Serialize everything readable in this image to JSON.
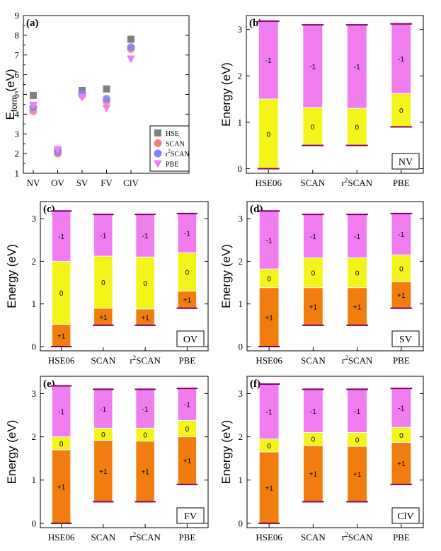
{
  "chart_data": [
    {
      "id": "a",
      "panel_label": "(a)",
      "type": "scatter",
      "ylabel_main": "E",
      "ylabel_sub": "form",
      "ylabel_unit": " (eV)",
      "categories": [
        "NV",
        "OV",
        "SV",
        "FV",
        "ClV"
      ],
      "ylim": [
        1,
        9
      ],
      "yticks": [
        "1",
        "2",
        "3",
        "4",
        "5",
        "6",
        "7",
        "8",
        "9"
      ],
      "legend_placement": "bottom-right",
      "series": [
        {
          "name": "HSE",
          "marker": "square",
          "color": "#808080",
          "values": [
            4.95,
            2.2,
            5.2,
            5.28,
            7.8
          ]
        },
        {
          "name": "SCAN",
          "marker": "circle",
          "color": "#f08080",
          "values": [
            4.15,
            2.0,
            4.95,
            4.65,
            7.3
          ]
        },
        {
          "name": "r2SCAN",
          "name_parts": [
            "r",
            "2",
            "SCAN"
          ],
          "marker": "circle",
          "color": "#8080f0",
          "values": [
            4.35,
            2.1,
            5.05,
            4.78,
            7.4
          ]
        },
        {
          "name": "PBE",
          "marker": "triangle-down",
          "color": "#f080f0",
          "values": [
            4.45,
            2.2,
            4.85,
            4.3,
            6.8
          ]
        }
      ]
    },
    {
      "id": "b",
      "panel_label": "(b)",
      "type": "stacked-bar",
      "defect": "NV",
      "ylabel": "Energy (eV)",
      "ylim": [
        -0.1,
        3.3
      ],
      "yticks": [
        "0",
        "1",
        "2",
        "3"
      ],
      "categories": [
        "HSE06",
        "SCAN",
        "r2SCAN",
        "PBE"
      ],
      "category_parts": [
        [
          "HSE06",
          "",
          ""
        ],
        [
          "SCAN",
          "",
          ""
        ],
        [
          "r",
          "2",
          "SCAN"
        ],
        [
          "PBE",
          "",
          ""
        ]
      ],
      "bars": [
        {
          "segments": [
            {
              "from": 0.0,
              "to": 1.5,
              "label": "0"
            },
            {
              "from": 1.5,
              "to": 3.18,
              "label": "-1"
            }
          ]
        },
        {
          "segments": [
            {
              "from": 0.5,
              "to": 1.32,
              "label": "0"
            },
            {
              "from": 1.32,
              "to": 3.1,
              "label": "-1"
            }
          ]
        },
        {
          "segments": [
            {
              "from": 0.5,
              "to": 1.3,
              "label": "0"
            },
            {
              "from": 1.3,
              "to": 3.1,
              "label": "-1"
            }
          ]
        },
        {
          "segments": [
            {
              "from": 0.9,
              "to": 1.62,
              "label": "0"
            },
            {
              "from": 1.62,
              "to": 3.12,
              "label": "-1"
            }
          ]
        }
      ]
    },
    {
      "id": "c",
      "panel_label": "(c)",
      "type": "stacked-bar",
      "defect": "OV",
      "ylabel": "Energy (eV)",
      "ylim": [
        -0.1,
        3.4
      ],
      "yticks": [
        "0",
        "1",
        "2",
        "3"
      ],
      "categories": [
        "HSE06",
        "SCAN",
        "r2SCAN",
        "PBE"
      ],
      "category_parts": [
        [
          "HSE06",
          "",
          ""
        ],
        [
          "SCAN",
          "",
          ""
        ],
        [
          "r",
          "2",
          "SCAN"
        ],
        [
          "PBE",
          "",
          ""
        ]
      ],
      "bars": [
        {
          "segments": [
            {
              "from": 0.0,
              "to": 0.52,
              "label": "+1"
            },
            {
              "from": 0.52,
              "to": 2.0,
              "label": "0"
            },
            {
              "from": 2.0,
              "to": 3.18,
              "label": "-1"
            }
          ]
        },
        {
          "segments": [
            {
              "from": 0.5,
              "to": 0.9,
              "label": "+1"
            },
            {
              "from": 0.9,
              "to": 2.12,
              "label": "0"
            },
            {
              "from": 2.12,
              "to": 3.1,
              "label": "-1"
            }
          ]
        },
        {
          "segments": [
            {
              "from": 0.5,
              "to": 0.88,
              "label": "+1"
            },
            {
              "from": 0.88,
              "to": 2.1,
              "label": "0"
            },
            {
              "from": 2.1,
              "to": 3.1,
              "label": "-1"
            }
          ]
        },
        {
          "segments": [
            {
              "from": 0.9,
              "to": 1.3,
              "label": "+1"
            },
            {
              "from": 1.3,
              "to": 2.2,
              "label": "0"
            },
            {
              "from": 2.2,
              "to": 3.12,
              "label": "-1"
            }
          ]
        }
      ]
    },
    {
      "id": "d",
      "panel_label": "(d)",
      "type": "stacked-bar",
      "defect": "SV",
      "ylabel": "Energy (eV)",
      "ylim": [
        -0.1,
        3.4
      ],
      "yticks": [
        "0",
        "1",
        "2",
        "3"
      ],
      "categories": [
        "HSE06",
        "SCAN",
        "r2SCAN",
        "PBE"
      ],
      "category_parts": [
        [
          "HSE06",
          "",
          ""
        ],
        [
          "SCAN",
          "",
          ""
        ],
        [
          "r",
          "2",
          "SCAN"
        ],
        [
          "PBE",
          "",
          ""
        ]
      ],
      "bars": [
        {
          "segments": [
            {
              "from": 0.0,
              "to": 1.38,
              "label": "+1"
            },
            {
              "from": 1.38,
              "to": 1.82,
              "label": "0"
            },
            {
              "from": 1.82,
              "to": 3.18,
              "label": "-1"
            }
          ]
        },
        {
          "segments": [
            {
              "from": 0.5,
              "to": 1.38,
              "label": "+1"
            },
            {
              "from": 1.38,
              "to": 2.08,
              "label": "0"
            },
            {
              "from": 2.08,
              "to": 3.1,
              "label": "-1"
            }
          ]
        },
        {
          "segments": [
            {
              "from": 0.5,
              "to": 1.38,
              "label": "+1"
            },
            {
              "from": 1.38,
              "to": 2.08,
              "label": "0"
            },
            {
              "from": 2.08,
              "to": 3.1,
              "label": "-1"
            }
          ]
        },
        {
          "segments": [
            {
              "from": 0.9,
              "to": 1.52,
              "label": "+1"
            },
            {
              "from": 1.52,
              "to": 2.15,
              "label": "0"
            },
            {
              "from": 2.15,
              "to": 3.12,
              "label": "-1"
            }
          ]
        }
      ]
    },
    {
      "id": "e",
      "panel_label": "(e)",
      "type": "stacked-bar",
      "defect": "FV",
      "ylabel": "Energy (eV)",
      "ylim": [
        -0.1,
        3.4
      ],
      "yticks": [
        "0",
        "1",
        "2",
        "3"
      ],
      "categories": [
        "HSE06",
        "SCAN",
        "r2SCAN",
        "PBE"
      ],
      "category_parts": [
        [
          "HSE06",
          "",
          ""
        ],
        [
          "SCAN",
          "",
          ""
        ],
        [
          "r",
          "2",
          "SCAN"
        ],
        [
          "PBE",
          "",
          ""
        ]
      ],
      "bars": [
        {
          "segments": [
            {
              "from": 0.0,
              "to": 1.7,
              "label": "+1"
            },
            {
              "from": 1.7,
              "to": 2.0,
              "label": "0"
            },
            {
              "from": 2.0,
              "to": 3.18,
              "label": "-1"
            }
          ]
        },
        {
          "segments": [
            {
              "from": 0.5,
              "to": 1.92,
              "label": "+1"
            },
            {
              "from": 1.92,
              "to": 2.2,
              "label": "0"
            },
            {
              "from": 2.2,
              "to": 3.1,
              "label": "-1"
            }
          ]
        },
        {
          "segments": [
            {
              "from": 0.5,
              "to": 1.9,
              "label": "+1"
            },
            {
              "from": 1.9,
              "to": 2.2,
              "label": "0"
            },
            {
              "from": 2.2,
              "to": 3.1,
              "label": "-1"
            }
          ]
        },
        {
          "segments": [
            {
              "from": 0.9,
              "to": 2.0,
              "label": "+1"
            },
            {
              "from": 2.0,
              "to": 2.38,
              "label": "0"
            },
            {
              "from": 2.38,
              "to": 3.12,
              "label": "-1"
            }
          ]
        }
      ]
    },
    {
      "id": "f",
      "panel_label": "(f)",
      "type": "stacked-bar",
      "defect": "ClV",
      "ylabel": "Energy (eV)",
      "ylim": [
        -0.1,
        3.4
      ],
      "yticks": [
        "0",
        "1",
        "2",
        "3"
      ],
      "categories": [
        "HSE06",
        "SCAN",
        "r2SCAN",
        "PBE"
      ],
      "category_parts": [
        [
          "HSE06",
          "",
          ""
        ],
        [
          "SCAN",
          "",
          ""
        ],
        [
          "r",
          "2",
          "SCAN"
        ],
        [
          "PBE",
          "",
          ""
        ]
      ],
      "bars": [
        {
          "segments": [
            {
              "from": 0.0,
              "to": 1.65,
              "label": "+1"
            },
            {
              "from": 1.65,
              "to": 1.95,
              "label": "0"
            },
            {
              "from": 1.95,
              "to": 3.22,
              "label": "-1"
            }
          ]
        },
        {
          "segments": [
            {
              "from": 0.5,
              "to": 1.8,
              "label": "+1"
            },
            {
              "from": 1.8,
              "to": 2.1,
              "label": "0"
            },
            {
              "from": 2.1,
              "to": 3.1,
              "label": "-1"
            }
          ]
        },
        {
          "segments": [
            {
              "from": 0.5,
              "to": 1.78,
              "label": "+1"
            },
            {
              "from": 1.78,
              "to": 2.1,
              "label": "0"
            },
            {
              "from": 2.1,
              "to": 3.1,
              "label": "-1"
            }
          ]
        },
        {
          "segments": [
            {
              "from": 0.9,
              "to": 1.87,
              "label": "+1"
            },
            {
              "from": 1.87,
              "to": 2.22,
              "label": "0"
            },
            {
              "from": 2.22,
              "to": 3.12,
              "label": "-1"
            }
          ]
        }
      ]
    }
  ],
  "colors": {
    "charge_-1": "#f07cf0",
    "charge_0": "#f4f41a",
    "charge_+1": "#f07d0d",
    "edge_line": "#800060"
  }
}
